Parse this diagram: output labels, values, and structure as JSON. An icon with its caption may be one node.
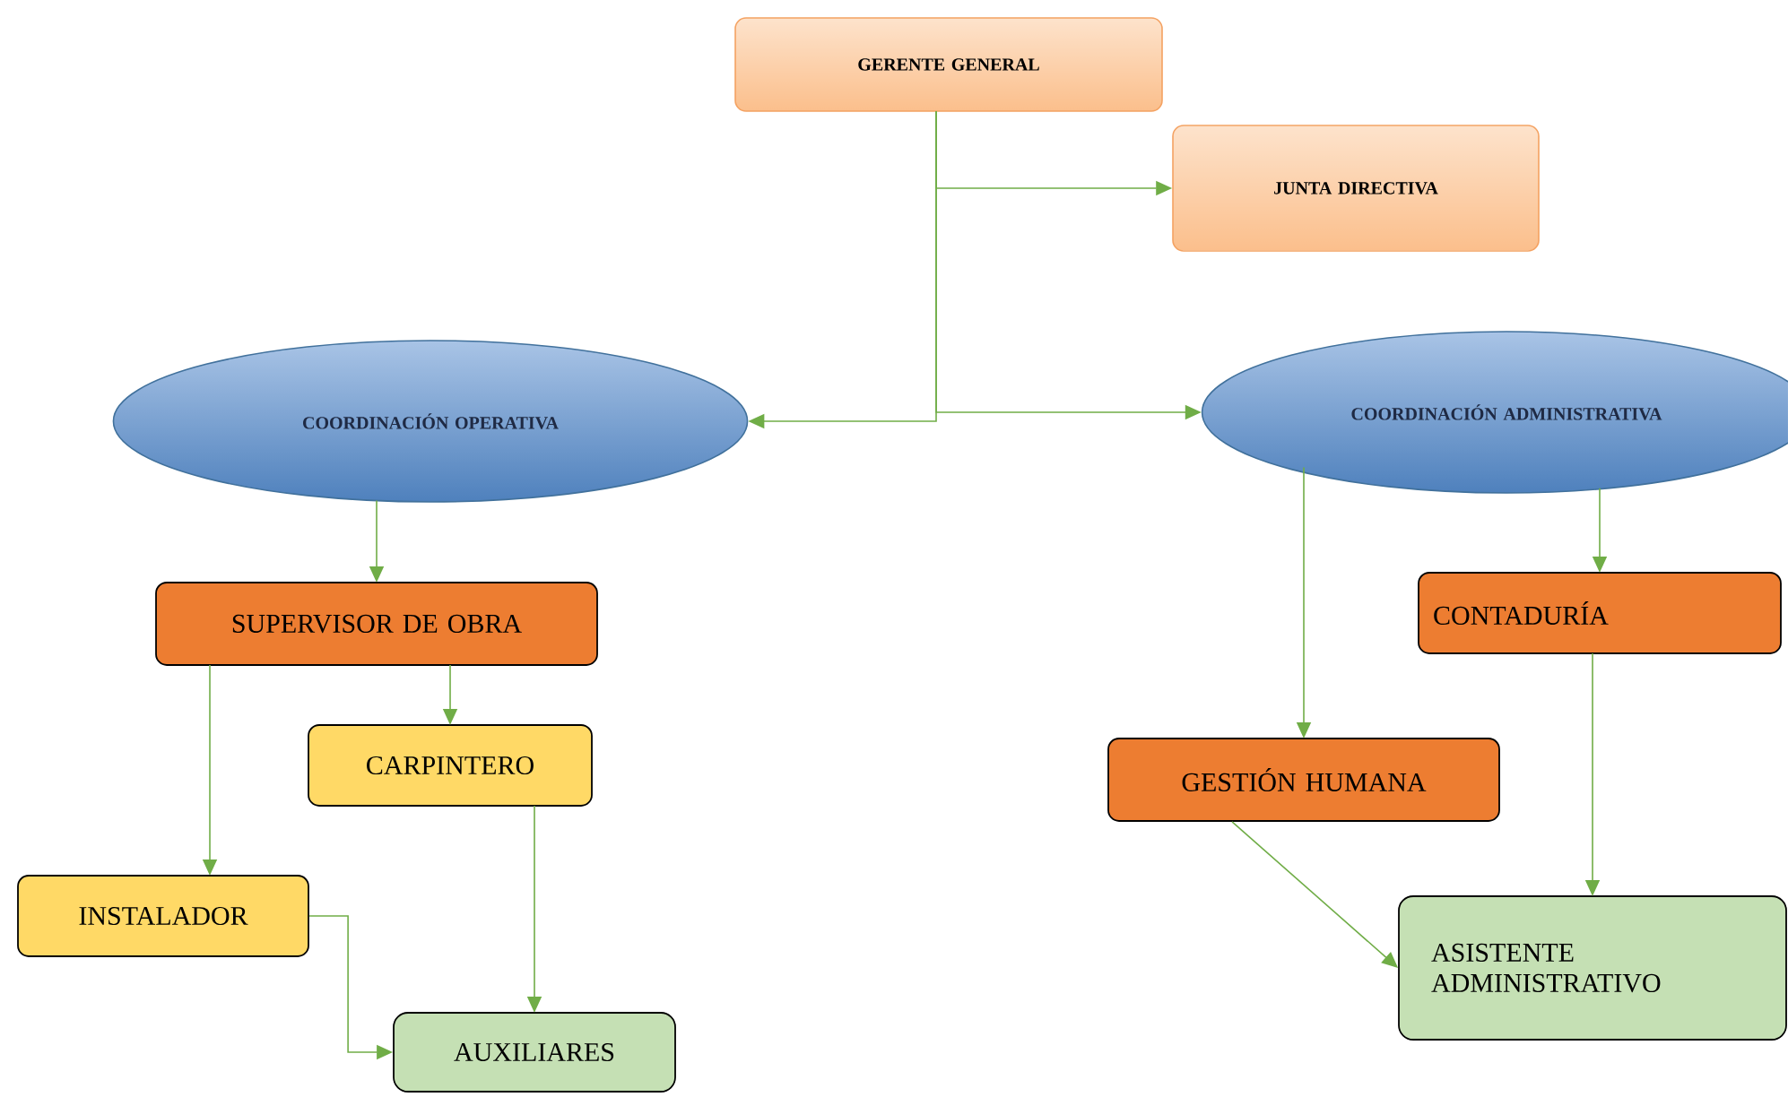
{
  "diagram": {
    "nodes": [
      {
        "text": [
          "GERENTE GENERAL"
        ]
      },
      {
        "text": [
          "JUNTA DIRECTIVA"
        ]
      },
      {
        "text": [
          "COORDINACIÓN OPERATIVA"
        ]
      },
      {
        "text": [
          "COORDINACIÓN ADMINISTRATIVA"
        ]
      },
      {
        "text": [
          "SUPERVISOR DE OBRA"
        ]
      },
      {
        "text": [
          "CONTADURÍA"
        ]
      },
      {
        "text": [
          "CARPINTERO"
        ]
      },
      {
        "text": [
          "GESTIÓN HUMANA"
        ]
      },
      {
        "text": [
          "INSTALADOR"
        ]
      },
      {
        "text": [
          "ASISTENTE ADMINISTRATIVO"
        ]
      },
      {
        "text": [
          "AUXILIARES"
        ]
      }
    ],
    "edges": [
      {
        "from": 0,
        "to": 1,
        "arrow": "to"
      },
      {
        "from": 0,
        "to": 2,
        "arrow": "to"
      },
      {
        "from": 0,
        "to": 3,
        "arrow": "to"
      },
      {
        "from": 2,
        "to": 4,
        "arrow": "to"
      },
      {
        "from": 4,
        "to": 6,
        "arrow": "to"
      },
      {
        "from": 4,
        "to": 8,
        "arrow": "to"
      },
      {
        "from": 6,
        "to": 10,
        "arrow": "to"
      },
      {
        "from": 8,
        "to": 10,
        "arrow": "to"
      },
      {
        "from": 3,
        "to": 5,
        "arrow": "to"
      },
      {
        "from": 3,
        "to": 7,
        "arrow": "to"
      },
      {
        "from": 5,
        "to": 9,
        "arrow": "to"
      },
      {
        "from": 7,
        "to": 9,
        "arrow": "to"
      }
    ]
  }
}
